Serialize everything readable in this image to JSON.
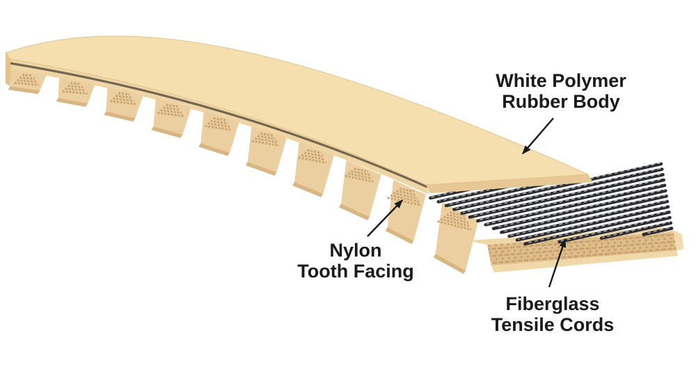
{
  "diagram": {
    "type": "timing-belt-construction-cutaway",
    "labels": {
      "white_polymer": {
        "line1": "White Polymer",
        "line2": "Rubber Body"
      },
      "nylon": {
        "line1": "Nylon",
        "line2": "Tooth Facing"
      },
      "fiberglass": {
        "line1": "Fiberglass",
        "line2": "Tensile Cords"
      }
    },
    "colors": {
      "background": "#ffffff",
      "belt_top": "#F5DFAE",
      "belt_top_edge": "#EFD5A3",
      "belt_cut_bevel": "#E7C894",
      "belt_end_cap": "#E3C28E",
      "belt_top_stroke": "#E2C38F",
      "belt_tooth": "#EBCFA0",
      "tooth_shadow": "#D9B580",
      "weave_base": "#DFBE8C",
      "weave_brick": "#C9A26E",
      "slab_top": "#EFD6A6",
      "slab_bottom": "#F0D8A8",
      "slab_end": "#F2DBAE",
      "cord_line": "#6A614F",
      "cords": "#2B2B30",
      "cord_highlight": "#A6ABB3",
      "label_text": "#1A1A1A",
      "arrow": "#1A1A1A"
    }
  }
}
